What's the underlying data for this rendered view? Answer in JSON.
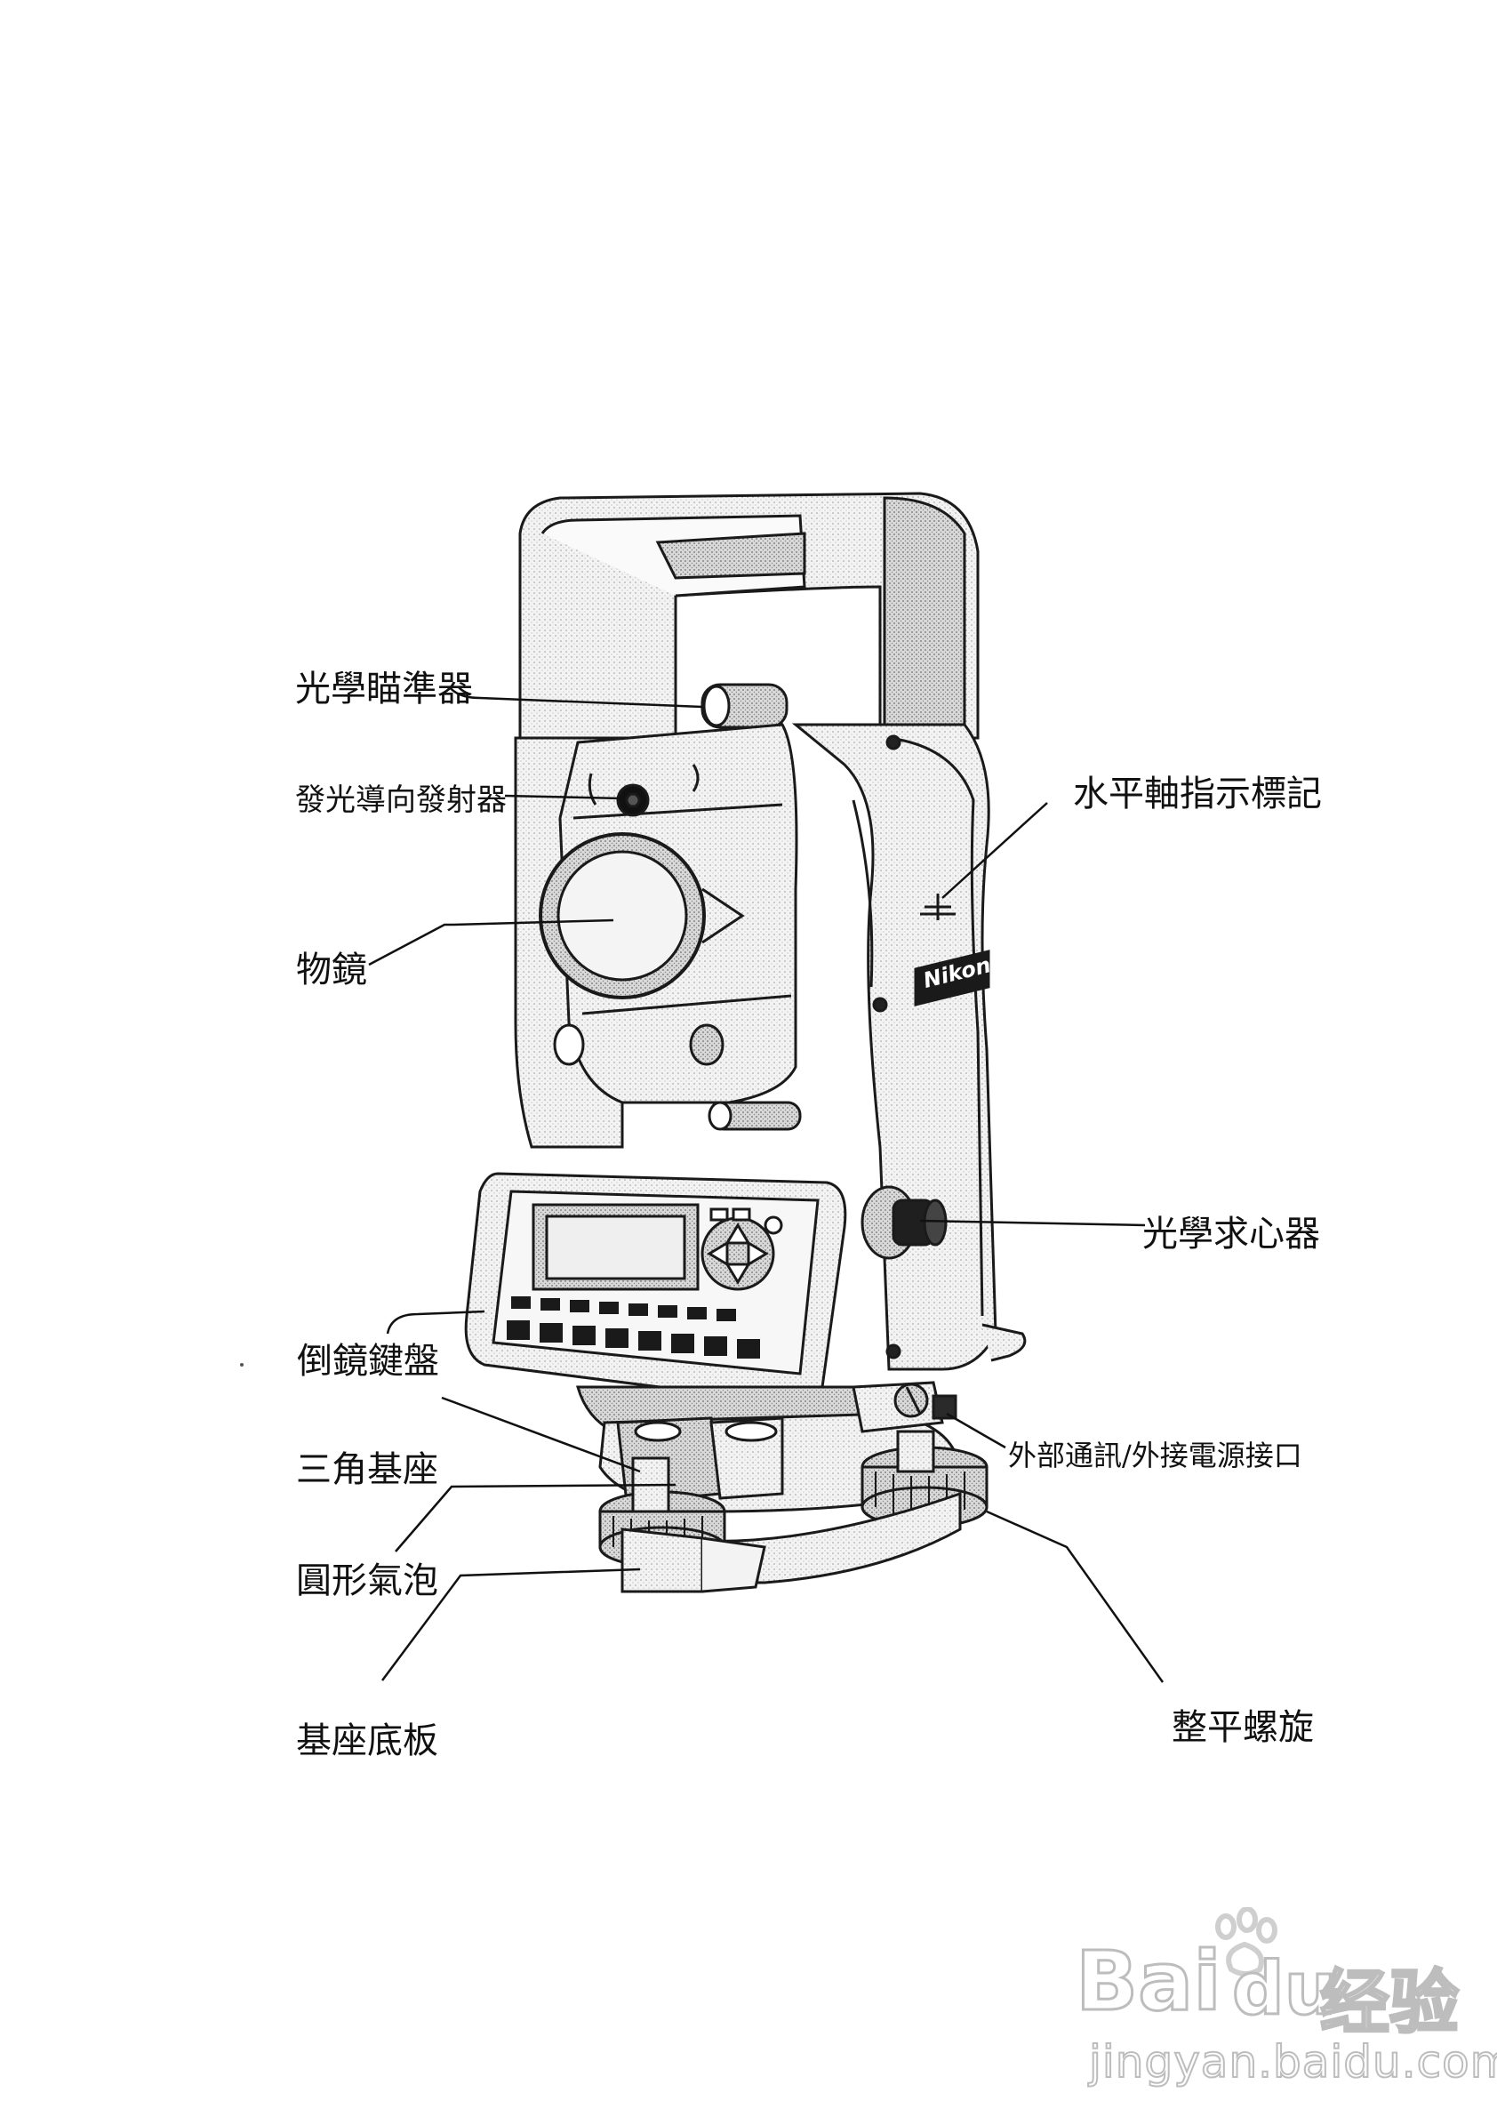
{
  "labels": {
    "optical_sight": "光學瞄準器",
    "guide_light": "發光導向發射器",
    "objective_lens": "物鏡",
    "keyboard_face2": "倒鏡鍵盤",
    "tribrach": "三角基座",
    "circular_bubble": "圓形氣泡",
    "base_plate": "基座底板",
    "trunnion_mark": "水平軸指示標記",
    "optical_plummet": "光學求心器",
    "data_power_port": "外部通訊/外接電源接口",
    "leveling_screw": "整平螺旋"
  },
  "brand": "Nikon",
  "watermark": {
    "logo_text": "Bai",
    "logo_text2": "du",
    "logo_cn": "经验",
    "url": "jingyan.baidu.com"
  }
}
